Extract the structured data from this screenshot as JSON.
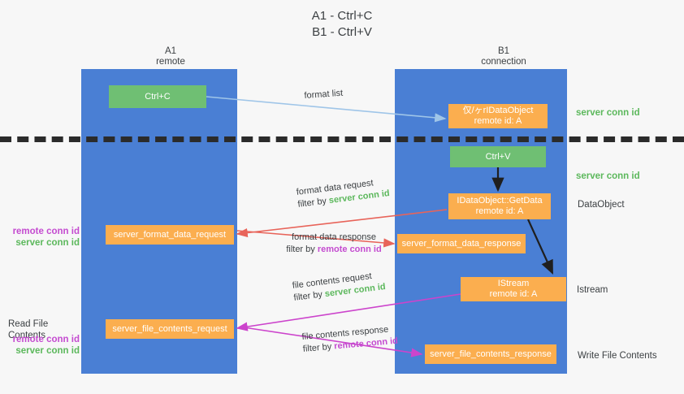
{
  "title": "A1 - Ctrl+C\nB1 - Ctrl+V",
  "columns": {
    "left": "A1\nremote",
    "right": "B1\nconnection"
  },
  "colors": {
    "lane": "#4a7fd4",
    "green_box": "#6fbf73",
    "orange_box": "#fbae4f",
    "server_conn_id": "#5cb85c",
    "remote_conn_id": "#c44bd0",
    "divider": "#2b2b2b",
    "arrow_format_list": "#9fc5e8",
    "arrow_format_data": "#e8645a",
    "arrow_file_contents": "#cc44cc",
    "arrow_internal": "#1f1f1f",
    "background": "#f7f7f7"
  },
  "boxes": {
    "ctrl_c": "Ctrl+C",
    "idataobject": "仅/ヶrIDataObject\nremote id: A",
    "ctrl_v": "Ctrl+V",
    "getdata": "IDataObject::GetData\nremote id: A",
    "server_format_data_request": "server_format_data_request",
    "server_format_data_response": "server_format_data_response",
    "istream": "IStream\nremote id: A",
    "server_file_contents_request": "server_file_contents_request",
    "server_file_contents_response": "server_file_contents_response"
  },
  "side_labels": {
    "server_conn_id_top": "server conn id",
    "server_conn_id_mid": "server conn id",
    "dataobject": "DataObject",
    "istream": "Istream",
    "write_file_contents": "Write File Contents",
    "read_file_contents": "Read File Contents",
    "remote_conn_id": "remote conn id",
    "server_conn_id": "server conn id"
  },
  "flows": {
    "format_list": "format list",
    "format_data_request": "format data request",
    "format_data_request_filter_prefix": "filter by ",
    "format_data_request_filter_value": "server conn id",
    "format_data_response": "format data response",
    "format_data_response_filter_prefix": "filter by ",
    "format_data_response_filter_value": "remote conn id",
    "file_contents_request": "file contents request",
    "file_contents_request_filter_prefix": "filter by ",
    "file_contents_request_filter_value": "server conn id",
    "file_contents_response": "file contents response",
    "file_contents_response_filter_prefix": "filter by ",
    "file_contents_response_filter_value": "remote conn id"
  }
}
